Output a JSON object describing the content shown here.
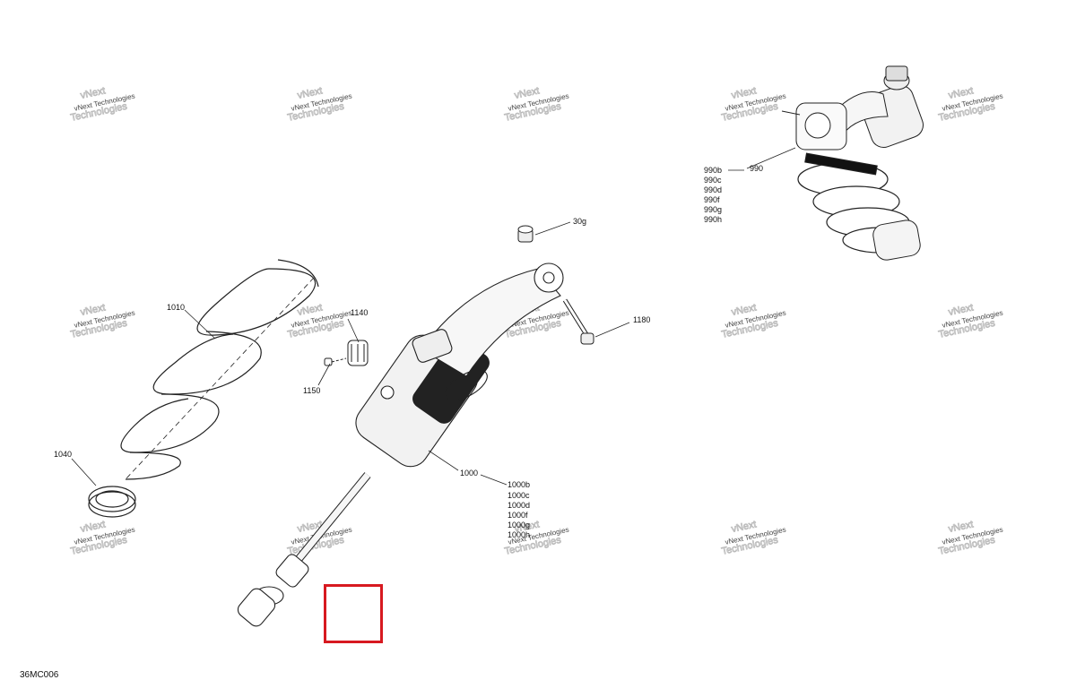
{
  "diagram": {
    "figure_id": "36MC006",
    "watermark": {
      "line1": "vNext",
      "line2": "Technologies",
      "full": "vNext Technologies"
    },
    "callouts": {
      "c_30g": "30g",
      "c_990": "990",
      "c_990b": "990b",
      "c_990c": "990c",
      "c_990d": "990d",
      "c_990f": "990f",
      "c_990g": "990g",
      "c_990h": "990h",
      "c_1010": "1010",
      "c_1140": "1140",
      "c_1150": "1150",
      "c_1180": "1180",
      "c_1040": "1040",
      "c_1000": "1000",
      "c_1000b": "1000b",
      "c_1000c": "1000c",
      "c_1000d": "1000d",
      "c_1000f": "1000f",
      "c_1000g": "1000g",
      "c_1000h": "1000h"
    },
    "highlight_color": "#d71920"
  }
}
